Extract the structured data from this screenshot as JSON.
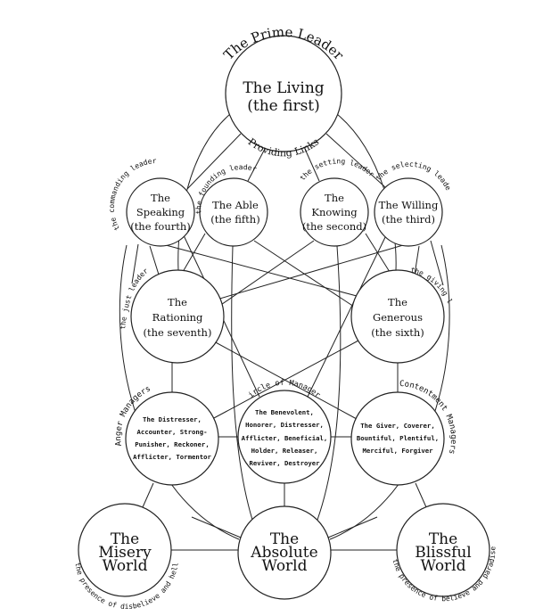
{
  "nodes": {
    "living": [
      "The Living",
      "(the first)"
    ],
    "speaking": [
      "The",
      "Speaking",
      "(the fourth)"
    ],
    "able": [
      "The Able",
      "(the fifth)"
    ],
    "knowing": [
      "The",
      "Knowing",
      "(the second)"
    ],
    "willing": [
      "The Willing",
      "(the third)"
    ],
    "rationing": [
      "The",
      "Rationing",
      "(the seventh)"
    ],
    "generous": [
      "The",
      "Generous",
      "(the sixth)"
    ],
    "anger": [
      "The Distresser,",
      "Accounter, Strong-",
      "Punisher, Reckoner,",
      "Afflicter, Tormentor"
    ],
    "circle": [
      "The Benevolent,",
      "Honorer, Distresser,",
      "Afflicter, Beneficial,",
      "Holder, Releaser,",
      "Reviver, Destroyer"
    ],
    "content": [
      "The Giver, Coverer,",
      "Bountiful, Plentiful,",
      "Merciful, Forgiver"
    ],
    "misery": [
      "The",
      "Misery",
      "World"
    ],
    "absolute": [
      "The",
      "Absolute",
      "World"
    ],
    "blissful": [
      "The",
      "Blissful",
      "World"
    ]
  },
  "labels": {
    "prime_leader": "The Prime Leader",
    "providing_links": "Providing Links",
    "commanding": "the commanding leader",
    "founding": "the founding leader",
    "setting": "the setting leader",
    "selecting": "the selecting leader",
    "just": "the just leader",
    "giving": "the giving leader",
    "anger_managers": "Anger Managers",
    "circle_managers": "Circle of Managers",
    "content_managers": "Contentment Managers",
    "disbelieve": "the presence of disbelieve and hell",
    "believe": "the presence of believe and paradise"
  }
}
